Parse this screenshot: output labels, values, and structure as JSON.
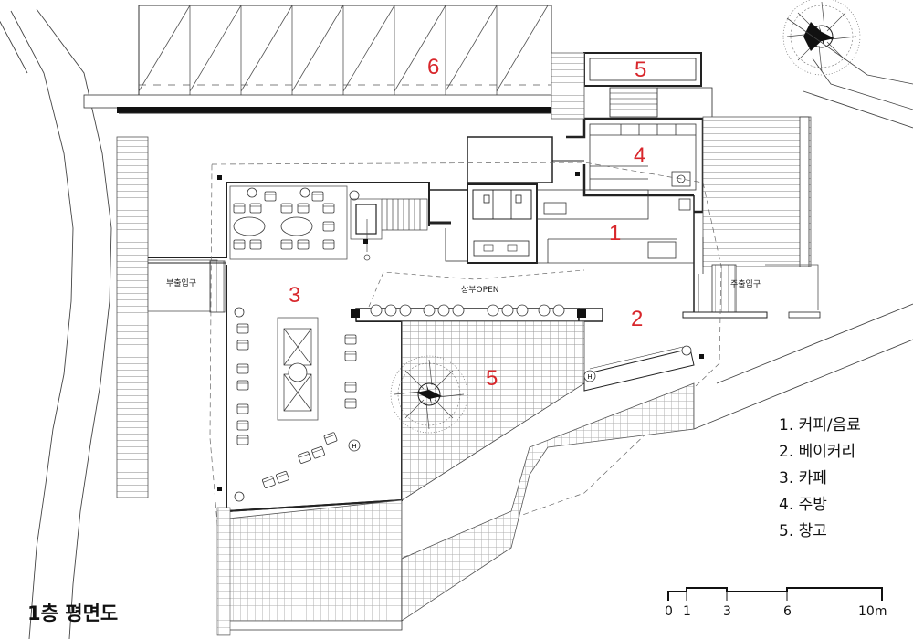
{
  "drawing": {
    "title": "1층 평면도",
    "rooms": [
      {
        "label": "1"
      },
      {
        "label": "2"
      },
      {
        "label": "3"
      },
      {
        "label": "4"
      },
      {
        "label": "5"
      },
      {
        "label": "5"
      },
      {
        "label": "6"
      }
    ],
    "annotations": {
      "side_entrance": "부출입구",
      "main_entrance": "주출입구",
      "void_open": "상부OPEN"
    },
    "legend": [
      {
        "num": "1.",
        "name": "커피/음료"
      },
      {
        "num": "2.",
        "name": "베이커리"
      },
      {
        "num": "3.",
        "name": "카페"
      },
      {
        "num": "4.",
        "name": "주방"
      },
      {
        "num": "5.",
        "name": "창고"
      }
    ],
    "scale_bar": {
      "ticks": [
        "0",
        "1",
        "3",
        "6",
        "10m"
      ]
    },
    "colors": {
      "room_number": "#d8262b",
      "line": "#333333",
      "wall": "#111111"
    },
    "icons": [
      "north-arrow-icon",
      "tree-icon",
      "elevator-symbol-icon"
    ]
  }
}
